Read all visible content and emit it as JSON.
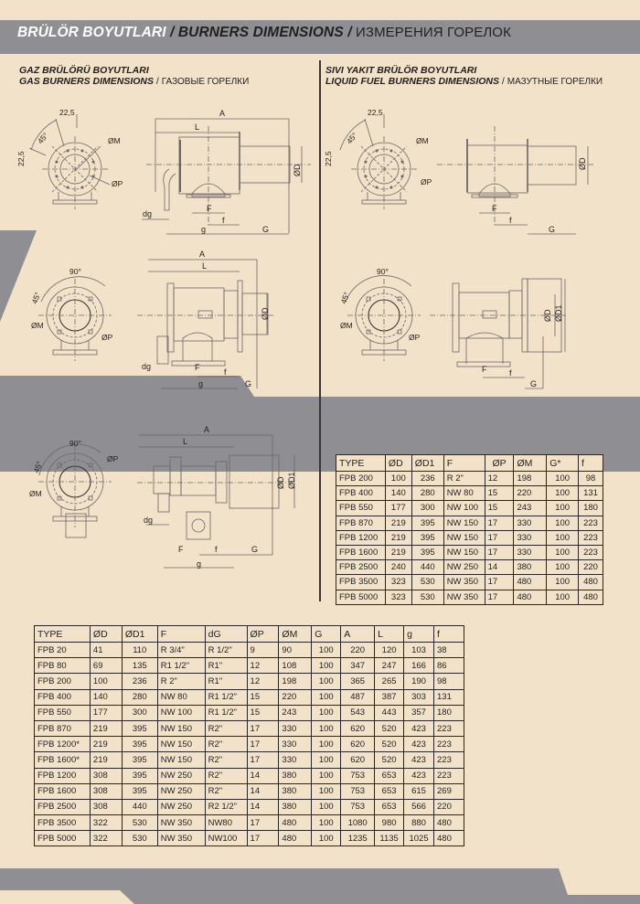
{
  "header": {
    "title_tr": "BRÜLÖR BOYUTLARI",
    "sep1": " / ",
    "title_en": "BURNERS DIMENSIONS",
    "sep2": " / ",
    "title_ru": "ИЗМЕРЕНИЯ ГОРЕЛОК"
  },
  "gas_section": {
    "title_tr": "GAZ BRÜLÖRÜ BOYUTLARI",
    "title_en": "GAS BURNERS DIMENSIONS",
    "sep": " / ",
    "title_ru": "ГАЗОВЫЕ ГОРЕЛКИ"
  },
  "liquid_section": {
    "title_tr": "SIVI YAKIT BRÜLÖR BOYUTLARI",
    "title_en": "LIQUID FUEL BURNERS DIMENSIONS",
    "sep": " / ",
    "title_ru": "МАЗУТНЫЕ ГОРЕЛКИ"
  },
  "drawing_labels": {
    "A": "A",
    "L": "L",
    "D": "ØD",
    "D1": "ØD1",
    "M": "ØM",
    "P": "ØP",
    "F": "F",
    "f": "f",
    "g": "g",
    "G": "G",
    "dg": "dg",
    "angle_225": "22,5",
    "angle_45": "45°",
    "angle_90": "90°"
  },
  "liquid_table": {
    "headers": [
      "TYPE",
      "ØD",
      "ØD1",
      "F",
      "ØP",
      "ØM",
      "G*",
      "f"
    ],
    "rows": [
      [
        "FPB 200",
        "100",
        "236",
        "R 2\"",
        "12",
        "198",
        "100",
        "98"
      ],
      [
        "FPB 400",
        "140",
        "280",
        "NW 80",
        "15",
        "220",
        "100",
        "131"
      ],
      [
        "FPB 550",
        "177",
        "300",
        "NW 100",
        "15",
        "243",
        "100",
        "180"
      ],
      [
        "FPB 870",
        "219",
        "395",
        "NW 150",
        "17",
        "330",
        "100",
        "223"
      ],
      [
        "FPB 1200",
        "219",
        "395",
        "NW 150",
        "17",
        "330",
        "100",
        "223"
      ],
      [
        "FPB 1600",
        "219",
        "395",
        "NW 150",
        "17",
        "330",
        "100",
        "223"
      ],
      [
        "FPB 2500",
        "240",
        "440",
        "NW 250",
        "14",
        "380",
        "100",
        "220"
      ],
      [
        "FPB 3500",
        "323",
        "530",
        "NW 350",
        "17",
        "480",
        "100",
        "480"
      ],
      [
        "FPB 5000",
        "323",
        "530",
        "NW 350",
        "17",
        "480",
        "100",
        "480"
      ]
    ]
  },
  "gas_table": {
    "headers": [
      "TYPE",
      "ØD",
      "ØD1",
      "F",
      "dG",
      "ØP",
      "ØM",
      "G",
      "A",
      "L",
      "g",
      "f"
    ],
    "rows": [
      [
        "FPB 20",
        "41",
        "110",
        "R 3/4\"",
        "R 1/2\"",
        "9",
        "90",
        "100",
        "220",
        "120",
        "103",
        "38"
      ],
      [
        "FPB 80",
        "69",
        "135",
        "R1 1/2\"",
        "R1\"",
        "12",
        "108",
        "100",
        "347",
        "247",
        "166",
        "86"
      ],
      [
        "FPB 200",
        "100",
        "236",
        "R 2\"",
        "R1\"",
        "12",
        "198",
        "100",
        "365",
        "265",
        "190",
        "98"
      ],
      [
        "FPB 400",
        "140",
        "280",
        "NW 80",
        "R1 1/2\"",
        "15",
        "220",
        "100",
        "487",
        "387",
        "303",
        "131"
      ],
      [
        "FPB 550",
        "177",
        "300",
        "NW 100",
        "R1 1/2\"",
        "15",
        "243",
        "100",
        "543",
        "443",
        "357",
        "180"
      ],
      [
        "FPB 870",
        "219",
        "395",
        "NW 150",
        "R2\"",
        "17",
        "330",
        "100",
        "620",
        "520",
        "423",
        "223"
      ],
      [
        "FPB 1200*",
        "219",
        "395",
        "NW 150",
        "R2\"",
        "17",
        "330",
        "100",
        "620",
        "520",
        "423",
        "223"
      ],
      [
        "FPB 1600*",
        "219",
        "395",
        "NW 150",
        "R2\"",
        "17",
        "330",
        "100",
        "620",
        "520",
        "423",
        "223"
      ],
      [
        "FPB 1200",
        "308",
        "395",
        "NW 250",
        "R2\"",
        "14",
        "380",
        "100",
        "753",
        "653",
        "423",
        "223"
      ],
      [
        "FPB 1600",
        "308",
        "395",
        "NW 250",
        "R2\"",
        "14",
        "380",
        "100",
        "753",
        "653",
        "615",
        "269"
      ],
      [
        "FPB 2500",
        "308",
        "440",
        "NW 250",
        "R2 1/2\"",
        "14",
        "380",
        "100",
        "753",
        "653",
        "566",
        "220"
      ],
      [
        "FPB 3500",
        "322",
        "530",
        "NW 350",
        "NW80",
        "17",
        "480",
        "100",
        "1080",
        "980",
        "880",
        "480"
      ],
      [
        "FPB 5000",
        "322",
        "530",
        "NW 350",
        "NW100",
        "17",
        "480",
        "100",
        "1235",
        "1135",
        "1025",
        "480"
      ]
    ]
  },
  "colors": {
    "page_bg": "#f1e2c9",
    "band_gray": "#8e8e93",
    "ink": "#231f20",
    "line": "#6d6667"
  }
}
